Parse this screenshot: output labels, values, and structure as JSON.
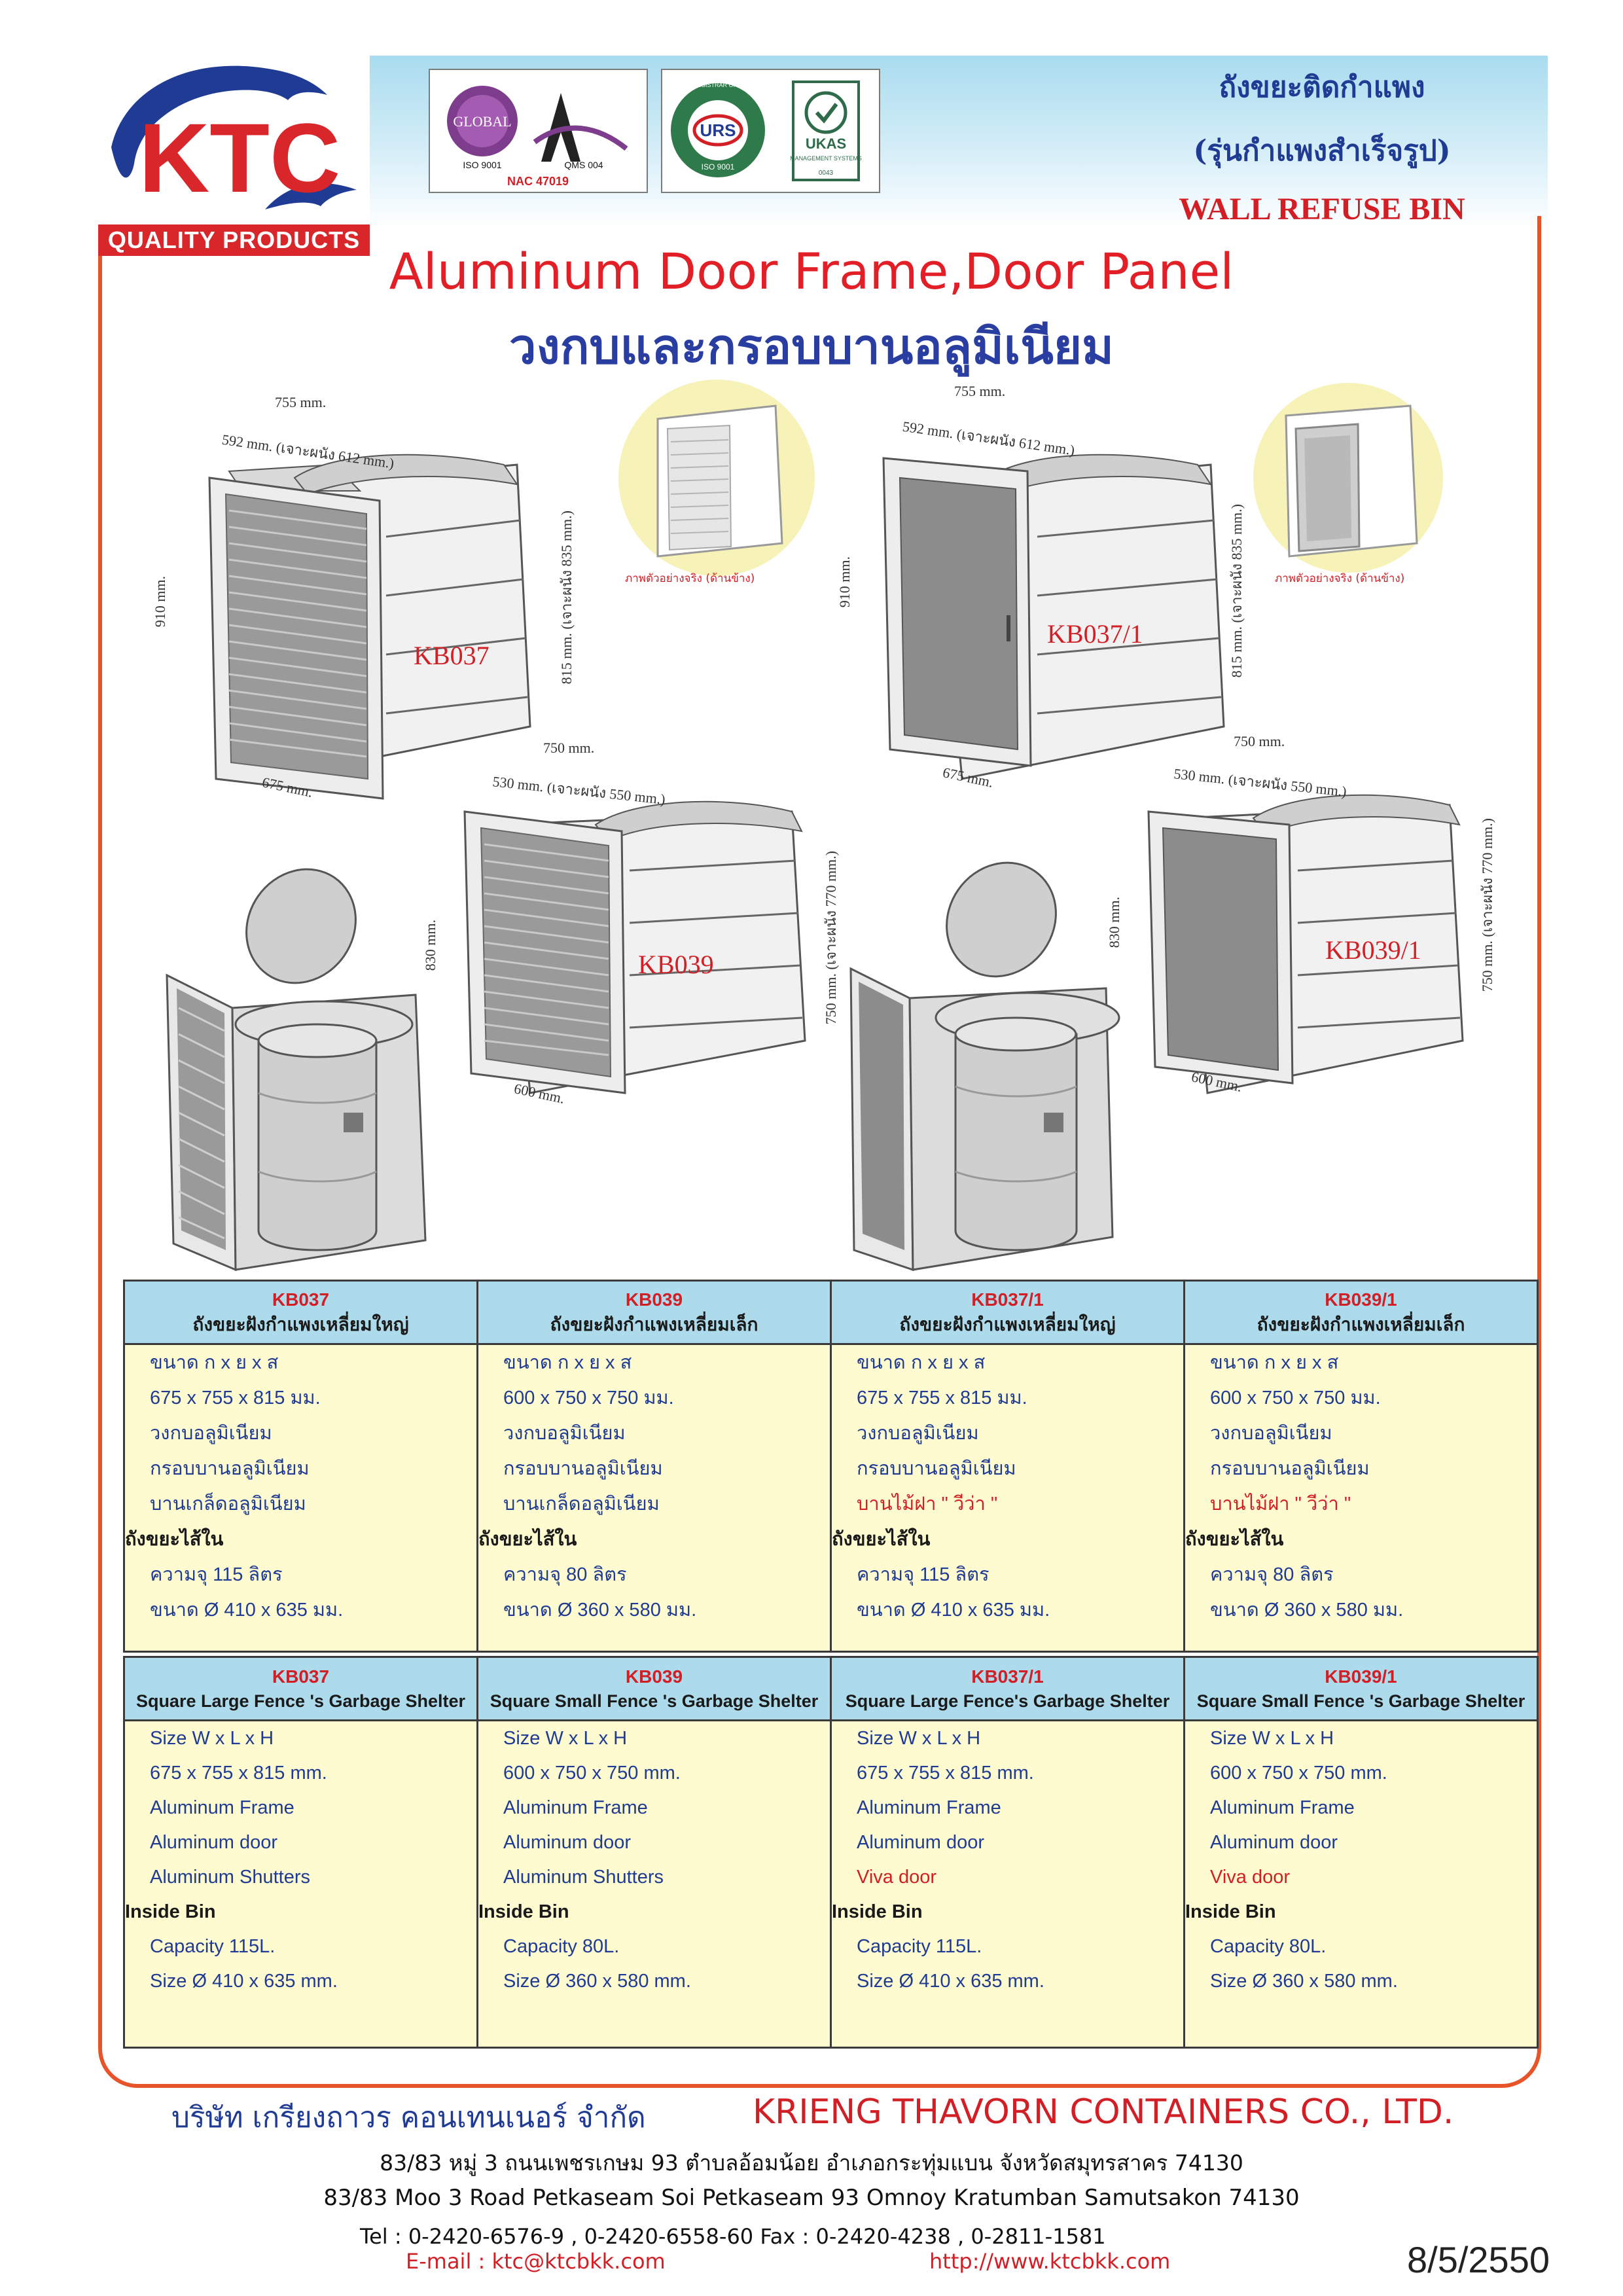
{
  "logo": {
    "text": "KTC",
    "tagline": "QUALITY PRODUCTS"
  },
  "certs": {
    "global": {
      "name": "GLOBAL",
      "iso": "ISO 9001",
      "qms": "QMS 004",
      "nac": "NAC 47019"
    },
    "urs": {
      "ring": "UNITED REGISTRAR OF SYSTEMS",
      "mark": "URS",
      "iso": "ISO 9001",
      "ukas_name": "UKAS",
      "ukas_sub": "MANAGEMENT SYSTEMS",
      "ukas_no": "0043"
    }
  },
  "header": {
    "title_th_line1": "ถังขยะติดกำแพง",
    "title_th_line2": "(รุ่นกำแพงสำเร็จรูป)",
    "title_en": "WALL REFUSE BIN"
  },
  "heading": {
    "en": "Aluminum Door Frame,Door Panel",
    "th": "วงกบและกรอบบานอลูมิเนียม"
  },
  "drawings": {
    "kb037": {
      "label": "KB037",
      "top_dim": "755 mm.",
      "depth_dim": "592 mm. (เจาะผนัง 612 mm.)",
      "height_dim": "910 mm.",
      "inner_height_dim": "815 mm. (เจาะผนัง 835 mm.)",
      "width_dim": "675 mm."
    },
    "kb037_1": {
      "label": "KB037/1",
      "top_dim": "755 mm.",
      "depth_dim": "592 mm. (เจาะผนัง 612 mm.)",
      "height_dim": "910 mm.",
      "inner_height_dim": "815 mm. (เจาะผนัง 835 mm.)",
      "width_dim": "675 mm."
    },
    "kb039": {
      "label": "KB039",
      "top_dim": "750 mm.",
      "depth_dim": "530 mm. (เจาะผนัง 550 mm.)",
      "height_dim": "830 mm.",
      "inner_height_dim": "750 mm. (เจาะผนัง 770 mm.)",
      "width_dim": "600 mm."
    },
    "kb039_1": {
      "label": "KB039/1",
      "top_dim": "750 mm.",
      "depth_dim": "530 mm. (เจาะผนัง 550 mm.)",
      "height_dim": "830 mm.",
      "inner_height_dim": "750 mm. (เจาะผนัง 770 mm.)",
      "width_dim": "600 mm."
    },
    "photo_caption": "ภาพตัวอย่างจริง (ด้านข้าง)"
  },
  "table_th": [
    {
      "code": "KB037",
      "name": "ถังขยะฝังกำแพงเหลี่ยมใหญ่",
      "size_label": "ขนาด ก x ย x ส",
      "size": "675 x 755 x 815 มม.",
      "frame": "วงกบอลูมิเนียม",
      "door": "กรอบบานอลูมิเนียม",
      "panel": "บานเกล็ดอลูมิเนียม",
      "inside_bin": "ถังขยะไส้ใน",
      "capacity": "ความจุ 115 ลิตร",
      "bin_size": "ขนาด Ø 410 x 635 มม."
    },
    {
      "code": "KB039",
      "name": "ถังขยะฝังกำแพงเหลี่ยมเล็ก",
      "size_label": "ขนาด ก x ย x ส",
      "size": "600 x 750 x 750 มม.",
      "frame": "วงกบอลูมิเนียม",
      "door": "กรอบบานอลูมิเนียม",
      "panel": "บานเกล็ดอลูมิเนียม",
      "inside_bin": "ถังขยะไส้ใน",
      "capacity": "ความจุ 80 ลิตร",
      "bin_size": "ขนาด Ø 360 x 580 มม."
    },
    {
      "code": "KB037/1",
      "name": "ถังขยะฝังกำแพงเหลี่ยมใหญ่",
      "size_label": "ขนาด ก x ย x ส",
      "size": "675 x 755 x 815 มม.",
      "frame": "วงกบอลูมิเนียม",
      "door": "กรอบบานอลูมิเนียม",
      "panel": "บานไม้ฝา \" วีว่า \"",
      "inside_bin": "ถังขยะไส้ใน",
      "capacity": "ความจุ 115 ลิตร",
      "bin_size": "ขนาด Ø 410 x 635 มม."
    },
    {
      "code": "KB039/1",
      "name": "ถังขยะฝังกำแพงเหลี่ยมเล็ก",
      "size_label": "ขนาด ก x ย x ส",
      "size": "600 x 750 x 750 มม.",
      "frame": "วงกบอลูมิเนียม",
      "door": "กรอบบานอลูมิเนียม",
      "panel": "บานไม้ฝา \" วีว่า \"",
      "inside_bin": "ถังขยะไส้ใน",
      "capacity": "ความจุ 80 ลิตร",
      "bin_size": "ขนาด Ø 360 x 580 มม."
    }
  ],
  "table_en": [
    {
      "code": "KB037",
      "name": "Square Large Fence 's Garbage Shelter",
      "size_label": "Size W x L x H",
      "size": "675 x 755 x 815 mm.",
      "frame": "Aluminum Frame",
      "door": "Aluminum door",
      "panel": "Aluminum Shutters",
      "inside_bin": "Inside Bin",
      "capacity": "Capacity 115L.",
      "bin_size": "Size Ø 410 x 635 mm."
    },
    {
      "code": "KB039",
      "name": "Square Small Fence  's Garbage Shelter",
      "size_label": "Size W x L x H",
      "size": "600 x 750 x 750 mm.",
      "frame": "Aluminum Frame",
      "door": "Aluminum door",
      "panel": "Aluminum Shutters",
      "inside_bin": "Inside Bin",
      "capacity": "Capacity 80L.",
      "bin_size": "Size Ø 360 x 580  mm."
    },
    {
      "code": "KB037/1",
      "name": "Square Large Fence's Garbage Shelter",
      "size_label": "Size W x L x H",
      "size": "675 x 755 x 815 mm.",
      "frame": "Aluminum Frame",
      "door": "Aluminum door",
      "panel": "Viva door",
      "inside_bin": "Inside Bin",
      "capacity": "Capacity 115L.",
      "bin_size": "Size Ø 410 x 635 mm."
    },
    {
      "code": "KB039/1",
      "name": "Square Small Fence  's Garbage Shelter",
      "size_label": "Size W x L x H",
      "size": "600 x 750 x 750 mm.",
      "frame": "Aluminum Frame",
      "door": "Aluminum door",
      "panel": "Viva door",
      "inside_bin": "Inside Bin",
      "capacity": "Capacity 80L.",
      "bin_size": "Size Ø 360 x 580  mm."
    }
  ],
  "footer": {
    "company_th": "บริษัท เกรียงถาวร คอนเทนเนอร์ จำกัด",
    "company_en": "KRIENG THAVORN CONTAINERS CO., LTD.",
    "address_th": "83/83 หมู่ 3 ถนนเพชรเกษม 93 ตำบลอ้อมน้อย อำเภอกระทุ่มแบน จังหวัดสมุทรสาคร 74130",
    "address_en": "83/83 Moo 3 Road Petkaseam Soi Petkaseam 93 Omnoy Kratumban Samutsakon 74130",
    "tel": "Tel : 0-2420-6576-9 , 0-2420-6558-60  Fax : 0-2420-4238 , 0-2811-1581",
    "email": "E-mail : ktc@ktcbkk.com",
    "website": "http://www.ktcbkk.com",
    "date": "8/5/2550"
  },
  "colors": {
    "accent_red": "#d21f26",
    "header_blue": "#aedbec",
    "text_blue": "#1f3b93",
    "frame_orange": "#e8542a",
    "cell_yellow": "#fdfbcf"
  }
}
